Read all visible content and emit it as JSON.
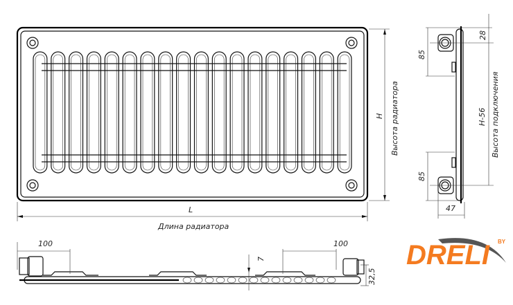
{
  "front_view": {
    "length_symbol": "L",
    "length_caption": "Длина радиатора",
    "height_symbol": "H",
    "height_caption": "Высота радиатора",
    "tube_count": 18
  },
  "side_view": {
    "top_offset": "28",
    "upper_nipple_dim": "85",
    "lower_nipple_dim": "85",
    "connection_height": "H-56",
    "connection_caption": "Высота подключения",
    "depth": "47"
  },
  "bottom_view": {
    "left_offset": "100",
    "right_offset": "100",
    "gap": "7",
    "height": "32,5"
  },
  "logo": {
    "text": "DRELI",
    "suffix": "BY",
    "color": "#f47b20",
    "swoosh_color": "#555555"
  }
}
